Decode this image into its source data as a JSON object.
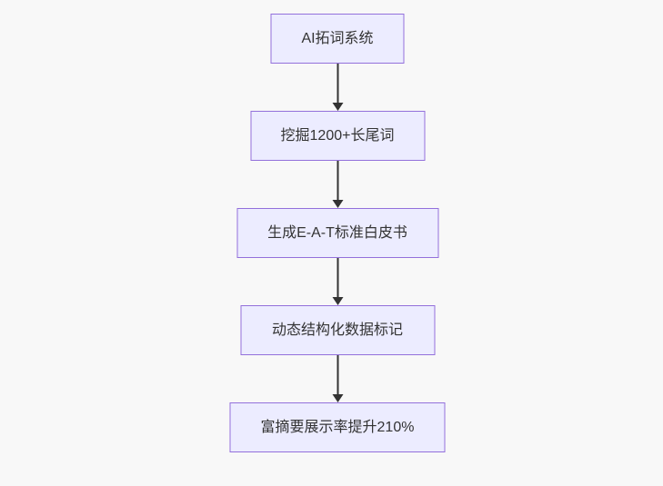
{
  "flowchart": {
    "type": "flowchart-top-down",
    "nodes": [
      {
        "id": "A",
        "label": "AI拓词系统"
      },
      {
        "id": "B",
        "label": "挖掘1200+长尾词"
      },
      {
        "id": "C",
        "label": "生成E-A-T标准白皮书"
      },
      {
        "id": "D",
        "label": "动态结构化数据标记"
      },
      {
        "id": "E",
        "label": "富摘要展示率提升210%"
      }
    ],
    "edges": [
      {
        "from": "A",
        "to": "B"
      },
      {
        "from": "B",
        "to": "C"
      },
      {
        "from": "C",
        "to": "D"
      },
      {
        "from": "D",
        "to": "E"
      }
    ],
    "colors": {
      "background": "#F8F8F8",
      "node_fill": "#ECECFF",
      "node_border": "#9370DB",
      "arrow": "#333333",
      "text": "#333333"
    }
  }
}
